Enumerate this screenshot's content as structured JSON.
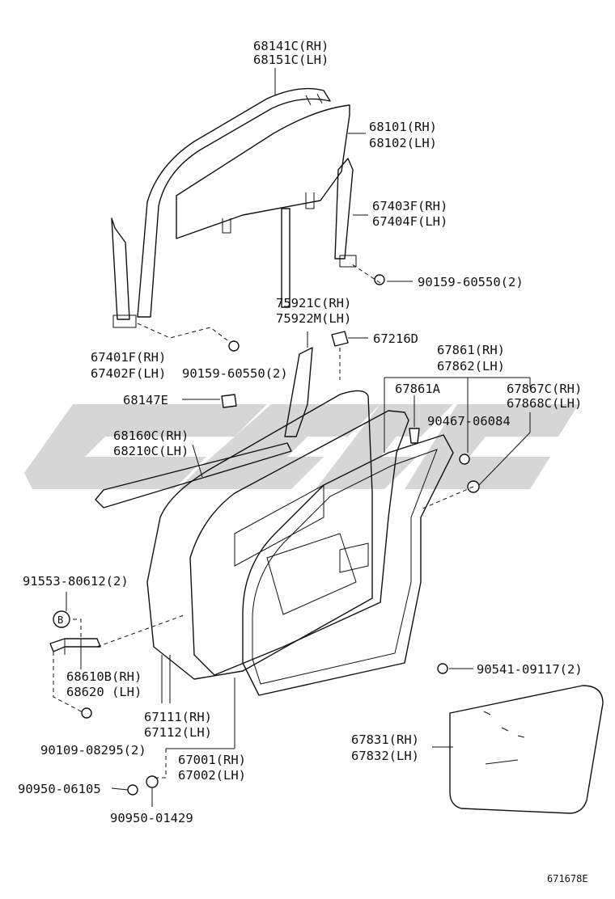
{
  "parts": {
    "p68141": "68141C(RH)",
    "p68151": "68151C(LH)",
    "p68101": "68101(RH)",
    "p68102": "68102(LH)",
    "p67403": "67403F(RH)",
    "p67404": "67404F(LH)",
    "p90159a": "90159-60550(2)",
    "p75921": "75921C(RH)",
    "p75922": "75922M(LH)",
    "p67216": "67216D",
    "p67401": "67401F(RH)",
    "p67402": "67402F(LH)",
    "p90159b": "90159-60550(2)",
    "p67861rh": "67861(RH)",
    "p67862": "67862(LH)",
    "p68147": "68147E",
    "p67861a": "67861A",
    "p67867": "67867C(RH)",
    "p67868": "67868C(LH)",
    "p90467": "90467-06084",
    "p68160": "68160C(RH)",
    "p68210": "68210C(LH)",
    "p91553": "91553-80612(2)",
    "circle_b": "B",
    "p68610": "68610B(RH)",
    "p68620": "68620  (LH)",
    "p90541": "90541-09117(2)",
    "p67111": "67111(RH)",
    "p67112": "67112(LH)",
    "p67831": "67831(RH)",
    "p67832": "67832(LH)",
    "p90109": "90109-08295(2)",
    "p67001": "67001(RH)",
    "p67002": "67002(LH)",
    "p90950a": "90950-06105",
    "p90950b": "90950-01429"
  },
  "footer": {
    "code": "671678E"
  },
  "colors": {
    "line": "#111111",
    "watermark": "#c8c8c8",
    "background": "#ffffff"
  }
}
